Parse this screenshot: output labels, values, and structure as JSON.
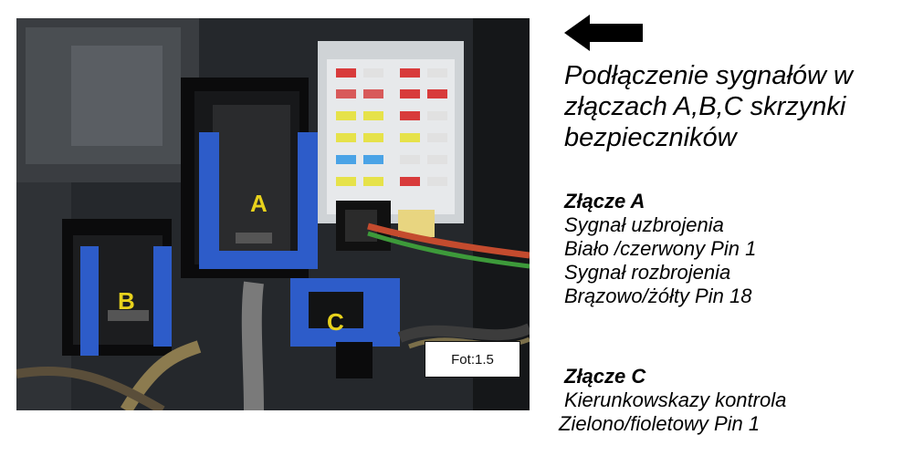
{
  "photo": {
    "caption": "Fot:1.5",
    "labels": {
      "a": "A",
      "b": "B",
      "c": "C"
    }
  },
  "title": "Podłączenie sygnałów w złączach A,B,C skrzynki bezpieczników",
  "connector_a": {
    "heading": "Złącze A",
    "lines": [
      "Sygnał uzbrojenia",
      "Biało /czerwony Pin 1",
      "Sygnał rozbrojenia",
      "Brązowo/żółty Pin 18"
    ]
  },
  "connector_c": {
    "heading": "Złącze C",
    "lines": [
      "Kierunkowskazy kontrola",
      "Zielono/fioletowy Pin 1"
    ]
  },
  "icons": {
    "arrow": "left-arrow-icon"
  }
}
